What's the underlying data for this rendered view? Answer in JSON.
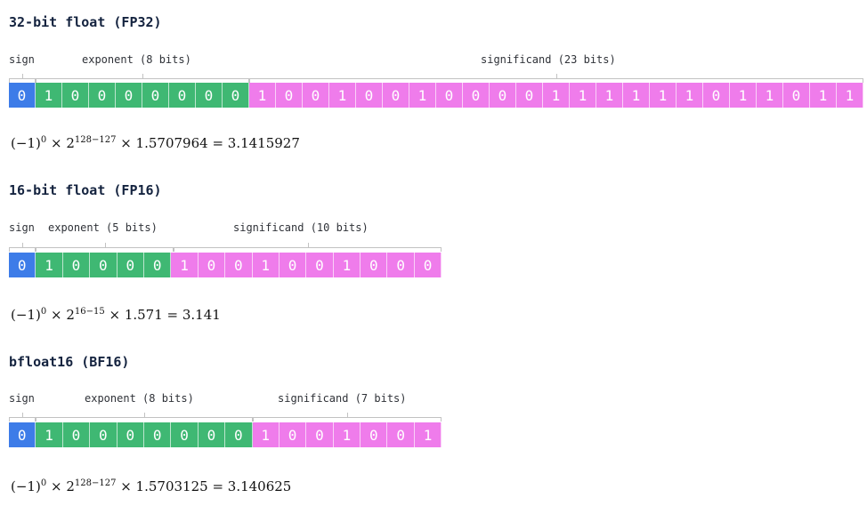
{
  "sections": [
    {
      "title": "32-bit float (FP32)",
      "sign_label": "sign",
      "exponent_label": "exponent (8 bits)",
      "significand_label": "significand (23 bits)",
      "sign_bits": [
        "0"
      ],
      "exponent_bits": [
        "1",
        "0",
        "0",
        "0",
        "0",
        "0",
        "0",
        "0"
      ],
      "significand_bits": [
        "1",
        "0",
        "0",
        "1",
        "0",
        "0",
        "1",
        "0",
        "0",
        "0",
        "0",
        "1",
        "1",
        "1",
        "1",
        "1",
        "1",
        "0",
        "1",
        "1",
        "0",
        "1",
        "1"
      ],
      "formula": {
        "base": "(−1)",
        "sign_exp": "0",
        "times1": "× 2",
        "power": "128−127",
        "rest": "× 1.5707964 = 3.1415927"
      },
      "colors": {
        "sign": "#3d7ce8",
        "exponent": "#3fb873",
        "significand": "#ef7ceb"
      }
    },
    {
      "title": "16-bit float (FP16)",
      "sign_label": "sign",
      "exponent_label": "exponent (5 bits)",
      "significand_label": "significand (10 bits)",
      "sign_bits": [
        "0"
      ],
      "exponent_bits": [
        "1",
        "0",
        "0",
        "0",
        "0"
      ],
      "significand_bits": [
        "1",
        "0",
        "0",
        "1",
        "0",
        "0",
        "1",
        "0",
        "0",
        "0"
      ],
      "formula": {
        "base": "(−1)",
        "sign_exp": "0",
        "times1": "× 2",
        "power": "16−15",
        "rest": "× 1.571 = 3.141"
      },
      "colors": {
        "sign": "#3d7ce8",
        "exponent": "#3fb873",
        "significand": "#ef7ceb"
      }
    },
    {
      "title": "bfloat16 (BF16)",
      "sign_label": "sign",
      "exponent_label": "exponent (8 bits)",
      "significand_label": "significand (7 bits)",
      "sign_bits": [
        "0"
      ],
      "exponent_bits": [
        "1",
        "0",
        "0",
        "0",
        "0",
        "0",
        "0",
        "0"
      ],
      "significand_bits": [
        "1",
        "0",
        "0",
        "1",
        "0",
        "0",
        "1"
      ],
      "formula": {
        "base": "(−1)",
        "sign_exp": "0",
        "times1": "× 2",
        "power": "128−127",
        "rest": "× 1.5703125 = 3.140625"
      },
      "colors": {
        "sign": "#3d7ce8",
        "exponent": "#3fb873",
        "significand": "#ef7ceb"
      }
    }
  ]
}
